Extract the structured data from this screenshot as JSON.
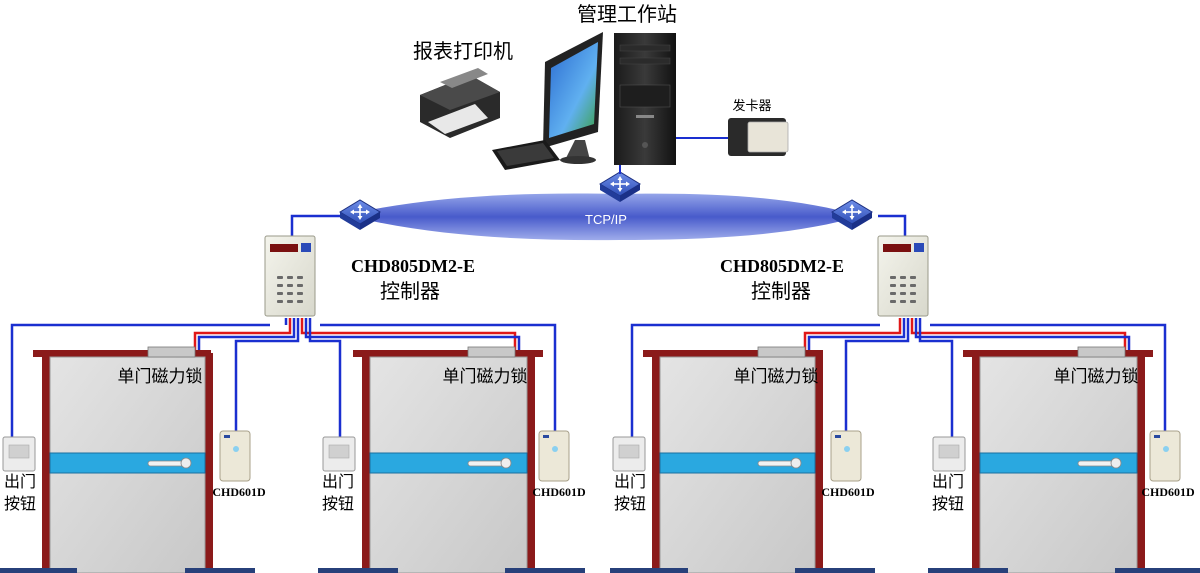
{
  "workstation": {
    "label": "管理工作站"
  },
  "printer": {
    "label": "报表打印机"
  },
  "card_issuer": {
    "label": "发卡器"
  },
  "network": {
    "label": "TCP/IP"
  },
  "controllers": [
    {
      "model": "CHD805DM2-E",
      "type": "控制器"
    },
    {
      "model": "CHD805DM2-E",
      "type": "控制器"
    }
  ],
  "doors": [
    {
      "lock_label": "单门磁力锁",
      "exit_button_line1": "出门",
      "exit_button_line2": "按钮",
      "reader_model": "CHD601D"
    },
    {
      "lock_label": "单门磁力锁",
      "exit_button_line1": "出门",
      "exit_button_line2": "按钮",
      "reader_model": "CHD601D"
    },
    {
      "lock_label": "单门磁力锁",
      "exit_button_line1": "出门",
      "exit_button_line2": "按钮",
      "reader_model": "CHD601D"
    },
    {
      "lock_label": "单门磁力锁",
      "exit_button_line1": "出门",
      "exit_button_line2": "按钮",
      "reader_model": "CHD601D"
    }
  ],
  "colors": {
    "wire_blue": "#1a2fd0",
    "wire_red": "#e01818",
    "door_frame": "#8b1a1a",
    "door_panel": "#d6d6d6",
    "handle_bar": "#2aa8e0",
    "switch_blue": "#3a5cc8",
    "floor": "#27407a"
  }
}
